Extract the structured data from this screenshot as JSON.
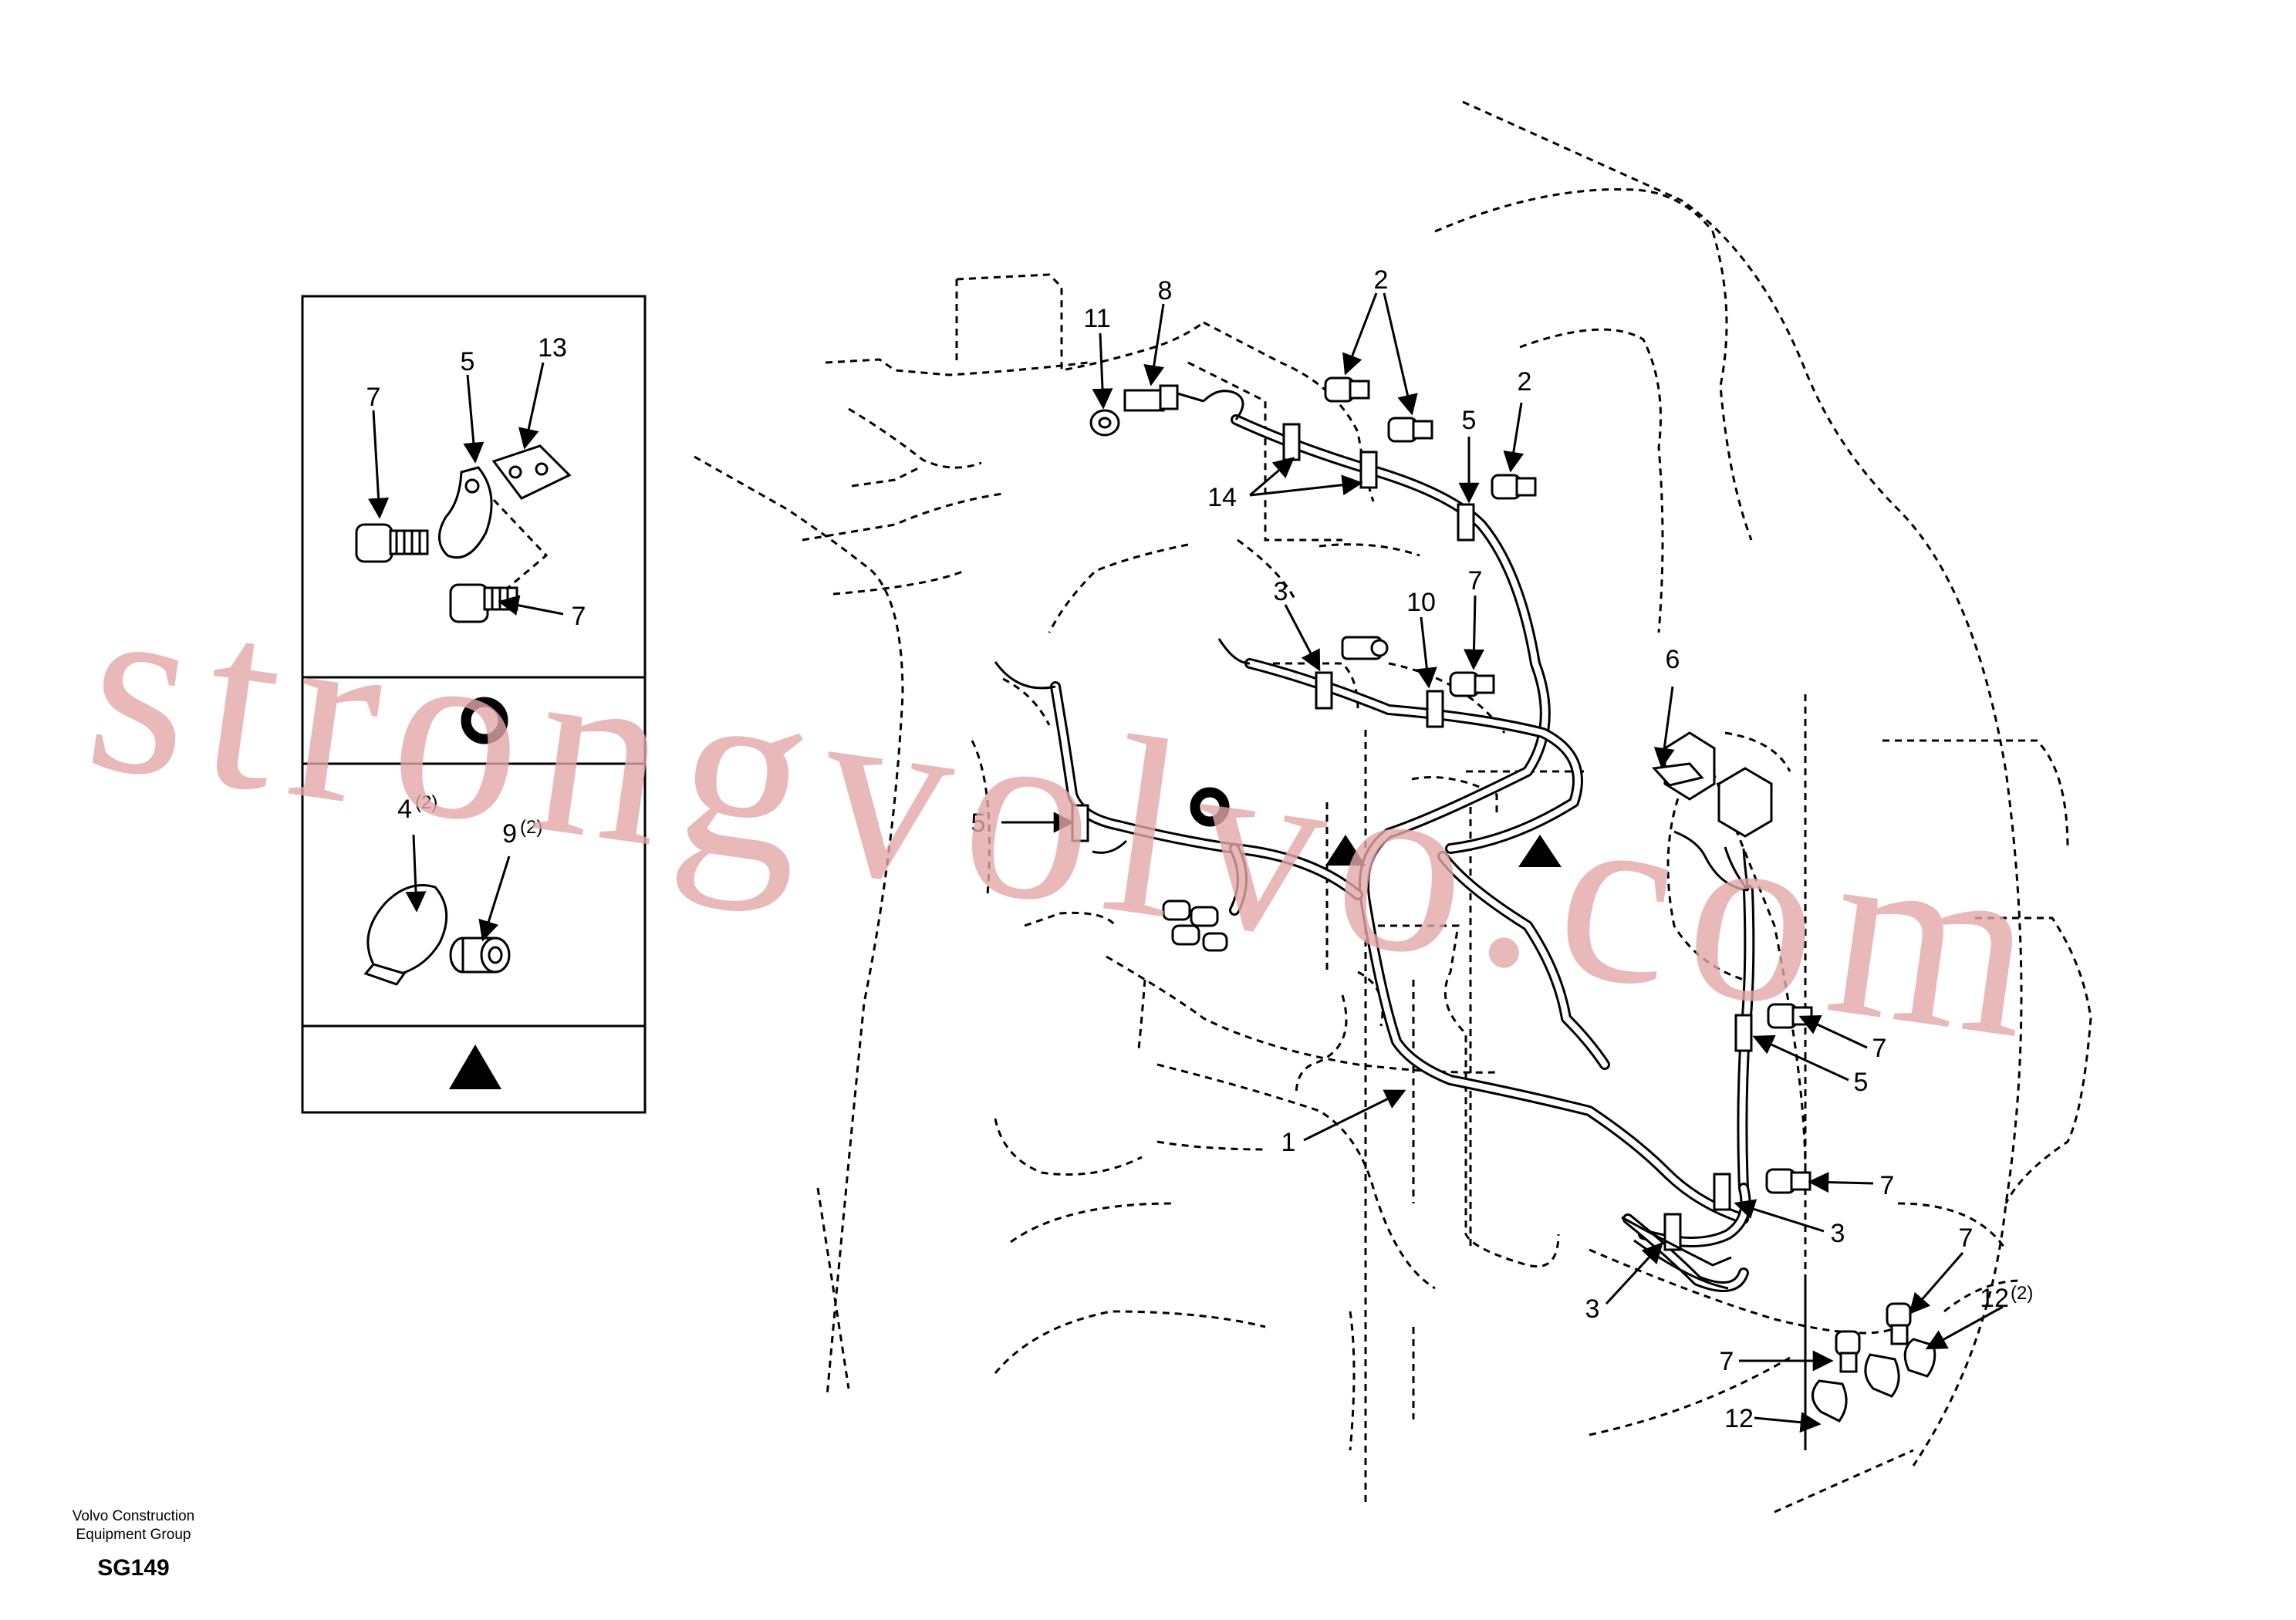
{
  "inset": {
    "panel_top_callouts": {
      "bolt_left": "7",
      "clamp": "5",
      "plate": "13",
      "bolt_lower": "7"
    },
    "panel_mid_symbol": "circle-symbol",
    "panel_bottom_callouts": {
      "clamp": "4",
      "clamp_qty": "(2)",
      "spacer": "9",
      "spacer_qty": "(2)"
    },
    "panel_last_symbol": "triangle-symbol"
  },
  "callouts": {
    "c11": "11",
    "c8": "8",
    "c2a": "2",
    "c2b": "2",
    "c5top": "5",
    "c14": "14",
    "c3top": "3",
    "c10": "10",
    "c7top": "7",
    "c6": "6",
    "c5left": "5",
    "c7right1": "7",
    "c5right": "5",
    "c1": "1",
    "c7right2": "7",
    "c3right": "3",
    "c3bottom": "3",
    "c7lower": "7",
    "c7low2": "7",
    "c12qty": "12",
    "c12qty_q": "(2)",
    "c12": "12"
  },
  "footer": {
    "line1": "Volvo Construction",
    "line2": "Equipment Group",
    "code": "SG149"
  },
  "watermark": "strongvolvo.com"
}
